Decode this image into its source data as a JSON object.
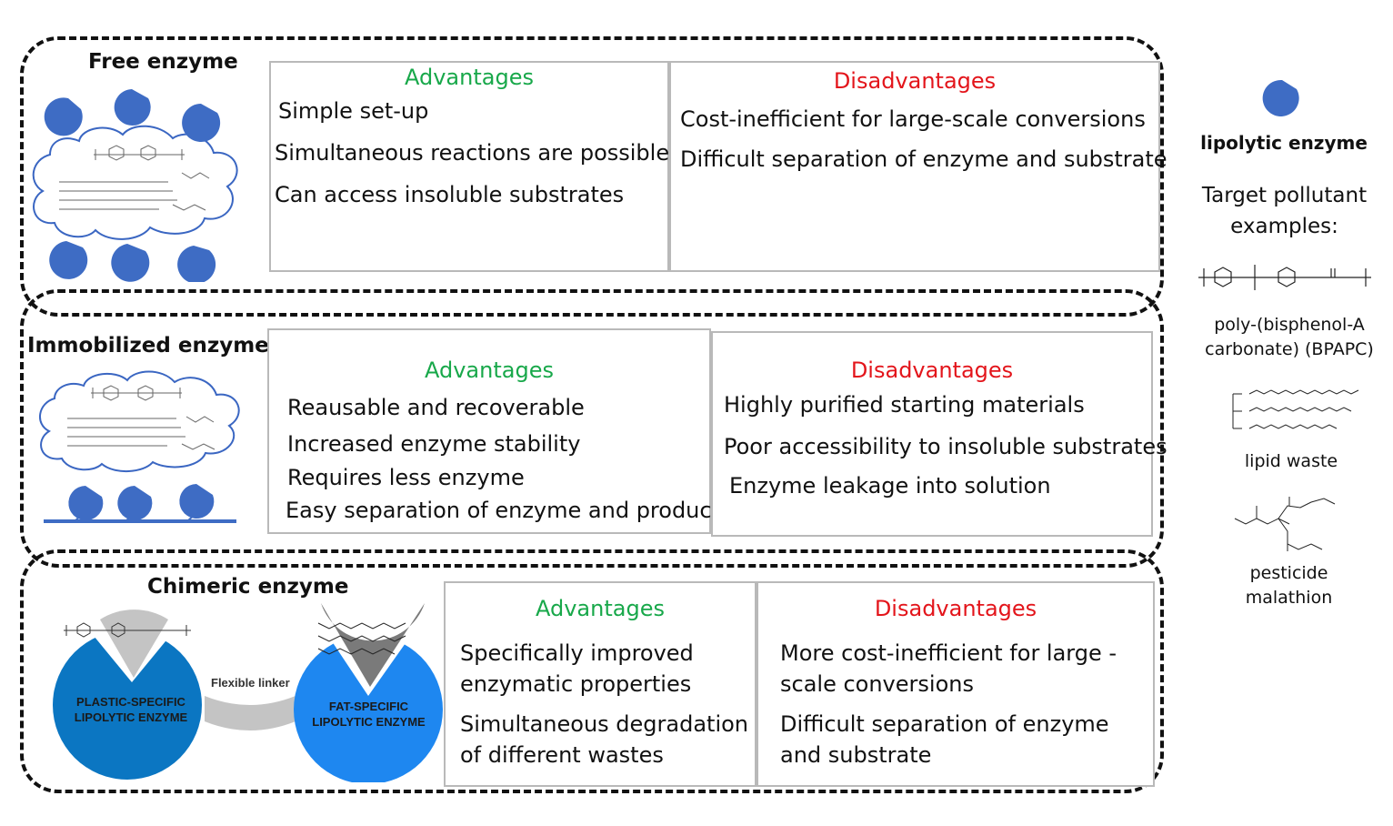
{
  "colors": {
    "advantages": "#18a84a",
    "disadvantages": "#e3151b",
    "enzyme": "#3e6cc4",
    "plastic_enzyme": "#0b76c2",
    "fat_enzyme": "#1e87f0"
  },
  "free": {
    "title": "Free enzyme",
    "advantages_title": "Advantages",
    "advantages": [
      "Simple set-up",
      "Simultaneous reactions are possible",
      "Can access insoluble substrates"
    ],
    "disadvantages_title": "Disadvantages",
    "disadvantages": [
      "Cost-inefficient for large-scale conversions",
      "Difficult separation of enzyme and substrate"
    ]
  },
  "immobilized": {
    "title": "Immobilized  enzyme",
    "advantages_title": "Advantages",
    "advantages": [
      "Reausable and recoverable",
      "Increased enzyme stability",
      "Requires less enzyme",
      "Easy separation of enzyme and product"
    ],
    "disadvantages_title": "Disadvantages",
    "disadvantages": [
      "Highly purified starting materials",
      "Poor accessibility to insoluble substrates",
      "Enzyme leakage into solution"
    ]
  },
  "chimeric": {
    "title": "Chimeric enzyme",
    "plastic_label": "PLASTIC-SPECIFIC LIPOLYTIC ENZYME",
    "fat_label": "FAT-SPECIFIC LIPOLYTIC ENZYME",
    "linker_label": "Flexible linker",
    "advantages_title": "Advantages",
    "advantages": [
      "Specifically improved enzymatic properties",
      "Simultaneous degradation of different wastes"
    ],
    "disadvantages_title": "Disadvantages",
    "disadvantages": [
      "More cost-inefficient for large -scale conversions",
      "Difficult separation of enzyme and substrate"
    ]
  },
  "legend": {
    "enzyme_label": "lipolytic enzyme",
    "targets_title": "Target pollutant examples:",
    "pollutants": [
      "poly-(bisphenol-A carbonate) (BPAPC)",
      "lipid waste",
      "pesticide malathion"
    ]
  }
}
